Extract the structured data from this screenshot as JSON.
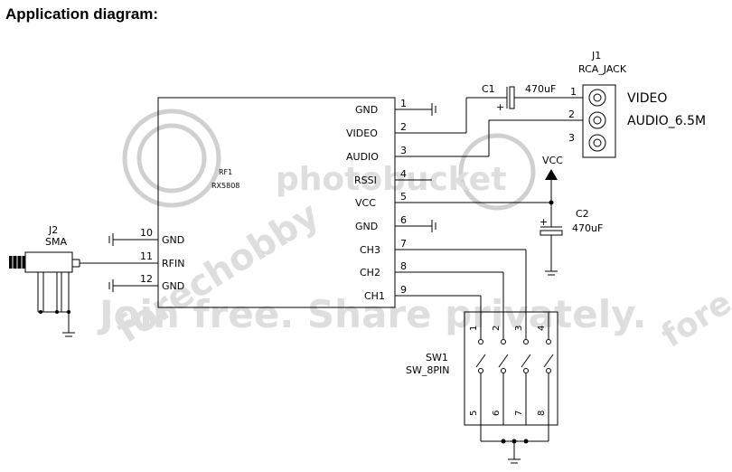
{
  "heading": "Application diagram:",
  "module": {
    "ref": "RF1",
    "value": "RX5808",
    "left_pins": [
      {
        "num": "10",
        "name": "GND"
      },
      {
        "num": "11",
        "name": "RFIN"
      },
      {
        "num": "12",
        "name": "GND"
      }
    ],
    "right_pins": [
      {
        "num": "1",
        "name": "GND"
      },
      {
        "num": "2",
        "name": "VIDEO"
      },
      {
        "num": "3",
        "name": "AUDIO"
      },
      {
        "num": "4",
        "name": "RSSI"
      },
      {
        "num": "5",
        "name": "VCC"
      },
      {
        "num": "6",
        "name": "GND"
      },
      {
        "num": "7",
        "name": "CH3"
      },
      {
        "num": "8",
        "name": "CH2"
      },
      {
        "num": "9",
        "name": "CH1"
      }
    ]
  },
  "j1": {
    "ref": "J1",
    "value": "RCA_JACK",
    "pins": [
      "1",
      "2",
      "3"
    ]
  },
  "video_label": "VIDEO",
  "audio_label": "AUDIO_6.5M",
  "c1": {
    "ref": "C1",
    "value": "470uF",
    "plus": "+"
  },
  "c2": {
    "ref": "C2",
    "value": "470uF",
    "plus": "+"
  },
  "vcc": "VCC",
  "j2": {
    "ref": "J2",
    "value": "SMA"
  },
  "sw1": {
    "ref": "SW1",
    "value": "SW_8PIN",
    "top_pins": [
      "1",
      "2",
      "3",
      "4"
    ],
    "bottom_pins": [
      "5",
      "6",
      "7",
      "8"
    ]
  },
  "watermarks": [
    "photobucket",
    "forechobby",
    "Join free. Share privately.",
    "fore"
  ]
}
